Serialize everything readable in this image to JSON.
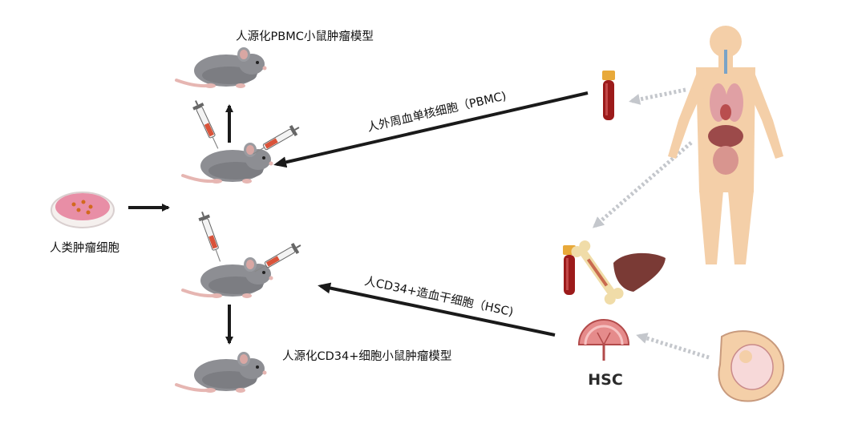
{
  "labels": {
    "pbmc_model": "人源化PBMC小鼠肿瘤模型",
    "pbmc_arrow": "人外周血单核细胞（PBMC)",
    "tumor_cells": "人类肿瘤细胞",
    "hsc_arrow": "人CD34+造血干细胞（HSC)",
    "cd34_model": "人源化CD34+细胞小鼠肿瘤模型",
    "hsc_badge": "HSC"
  },
  "colors": {
    "arrow": "#1a1a1a",
    "dotted_arrow": "#b9bcc2",
    "mouse_body": "#8d8e93",
    "mouse_shadow": "#6f7076",
    "mouse_tail": "#e6b6b2",
    "skin": "#f4cfa8",
    "blood": "#9c1b1b",
    "cap": "#e8a93a",
    "liver": "#7a3a35",
    "bone": "#f0dca8",
    "dish": "#e88ea6"
  },
  "icons": [
    "mouse-icon",
    "syringe-icon",
    "petri-dish-icon",
    "blood-tube-icon",
    "human-body-icon",
    "bone-icon",
    "liver-icon",
    "umbilical-cord-icon",
    "pregnant-belly-icon"
  ]
}
